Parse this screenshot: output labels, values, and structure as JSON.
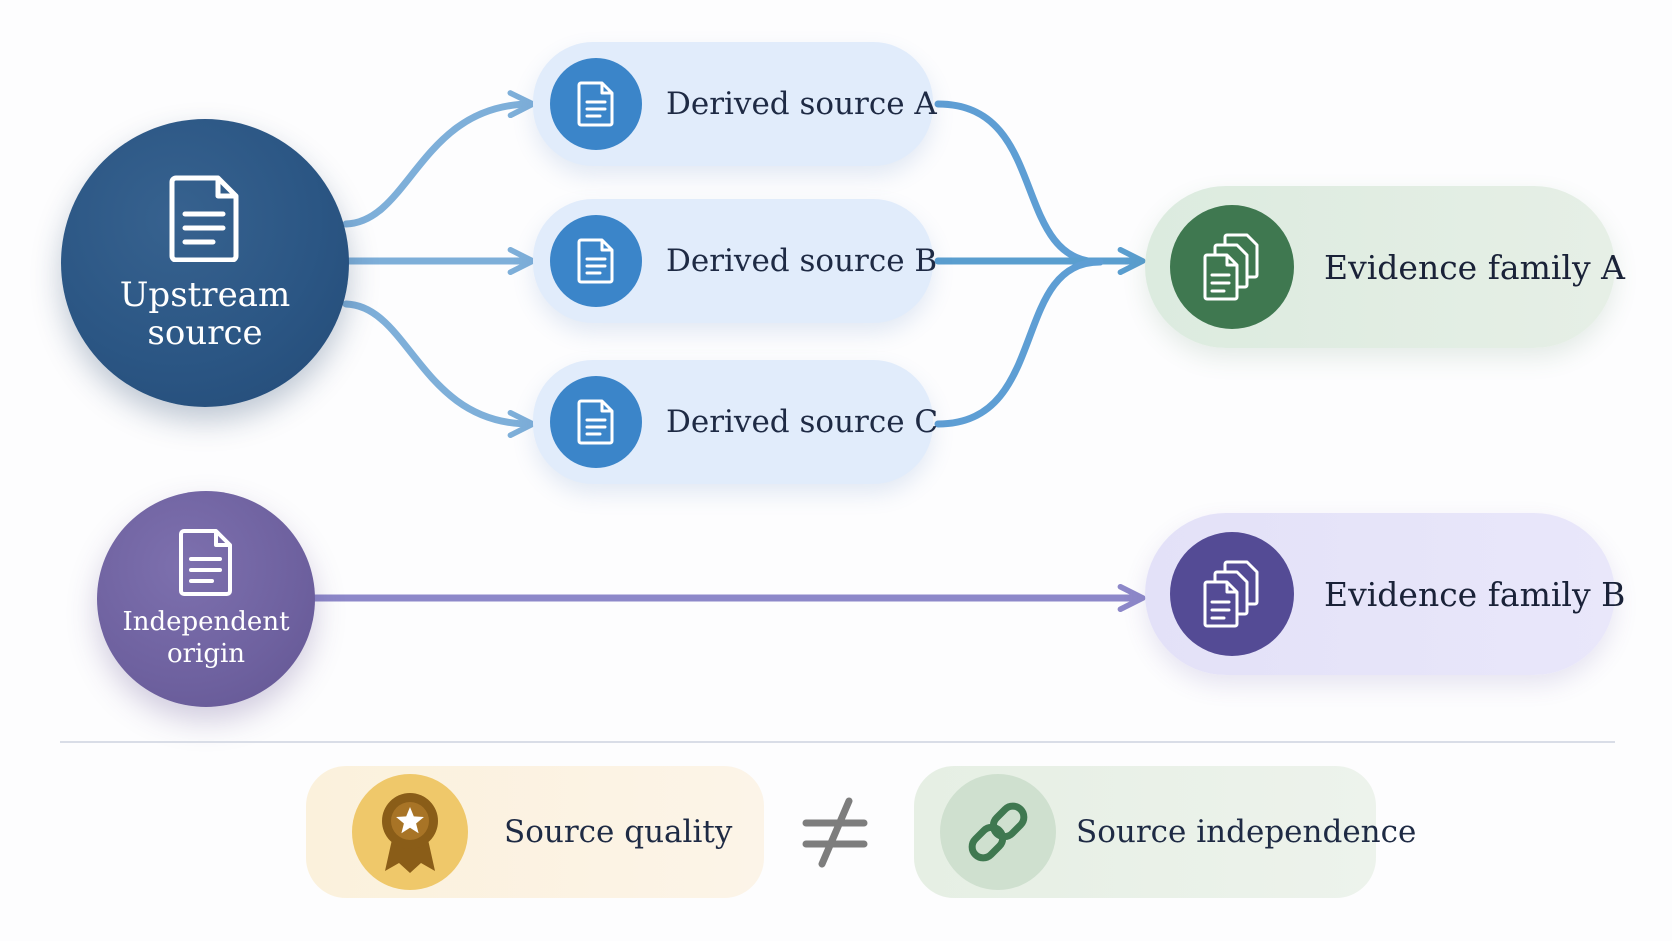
{
  "nodes": {
    "upstream": {
      "label": "Upstream source"
    },
    "independent": {
      "label": "Independent origin"
    },
    "derived": [
      {
        "label": "Derived source A"
      },
      {
        "label": "Derived source B"
      },
      {
        "label": "Derived source C"
      }
    ],
    "families": [
      {
        "label": "Evidence family A"
      },
      {
        "label": "Evidence family B"
      }
    ]
  },
  "legend": {
    "quality": {
      "label": "Source quality",
      "icon": "award-ribbon-icon"
    },
    "operator": "≠",
    "independence": {
      "label": "Source independence",
      "icon": "chain-link-icon"
    }
  },
  "colors": {
    "upstream": "#2b5684",
    "derived_icon": "#3b85c9",
    "derived_pill": "#e1ecfb",
    "family_a": "#3f7850",
    "family_b": "#544b95",
    "independent": "#6e619f",
    "arrow_blue": "#7eafd9",
    "arrow_purple": "#8d88c9"
  }
}
